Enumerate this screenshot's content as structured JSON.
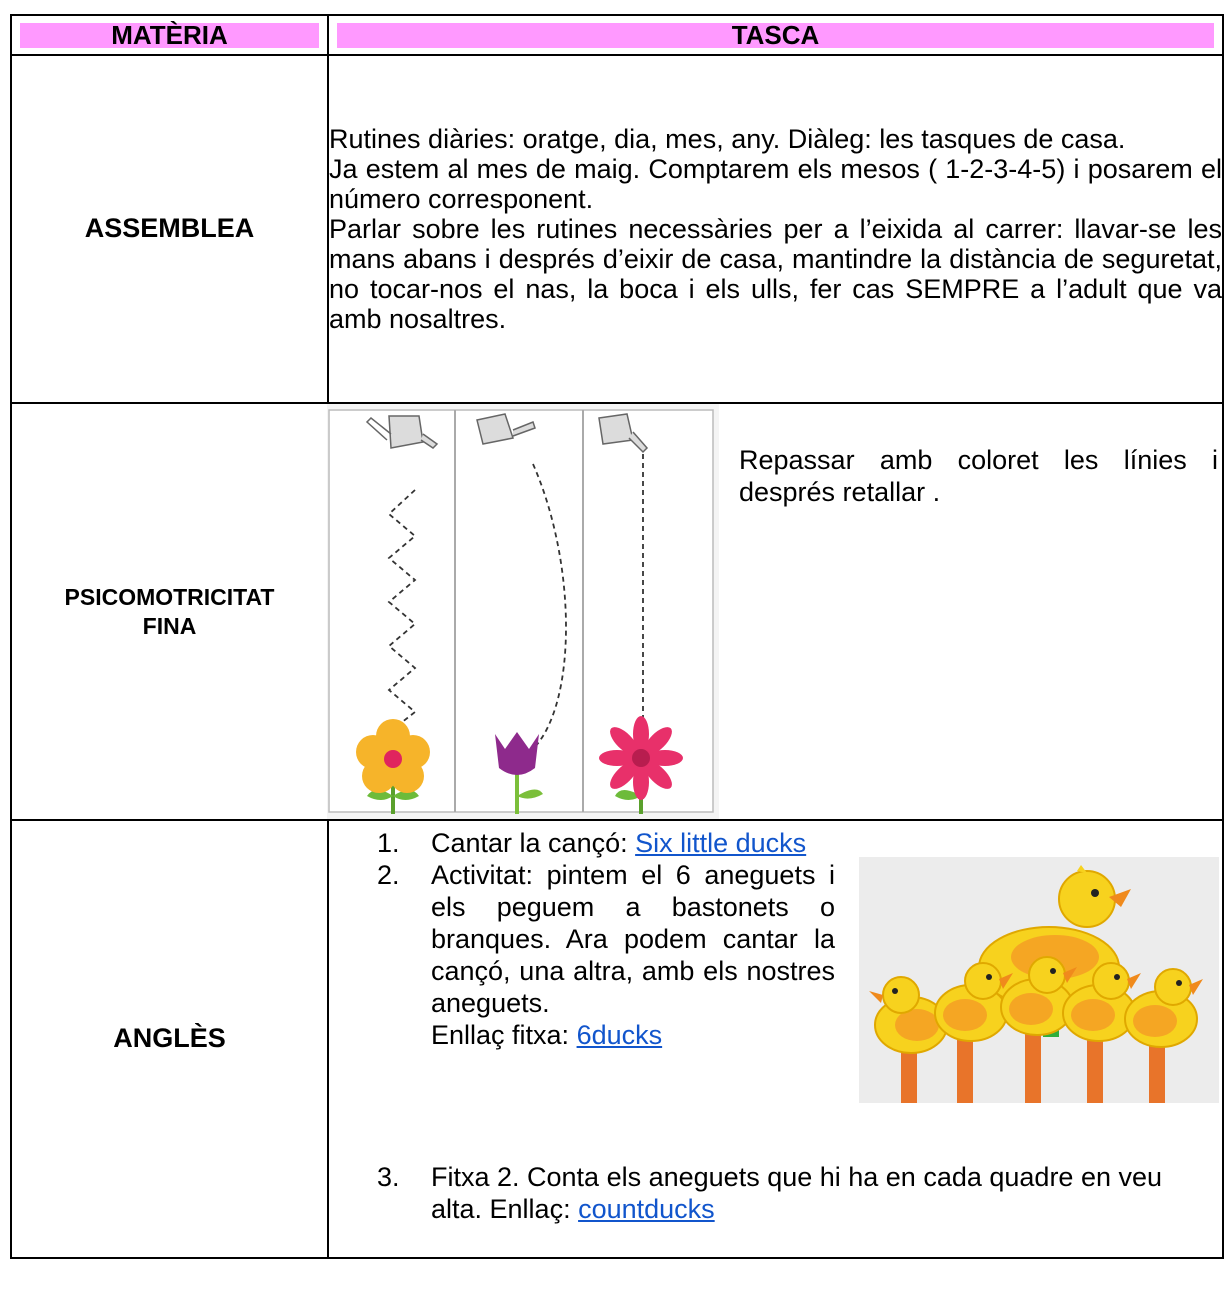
{
  "header": {
    "col1": "MATÈRIA",
    "col2": "TASCA"
  },
  "assemblea": {
    "subject": "ASSEMBLEA",
    "p1": "Rutines diàries: oratge, dia, mes, any. Diàleg: les tasques de casa.",
    "p2": "Ja estem al mes de maig. Comptarem els mesos ( 1-2-3-4-5) i posarem el número corresponent.",
    "p3": "Parlar sobre les rutines necessàries per a l’eixida al carrer: llavar-se les mans abans i després d’eixir de casa, mantindre la distància de seguretat, no tocar-nos el nas, la boca i els ulls, fer cas SEMPRE a l’adult que va amb nosaltres."
  },
  "psicomotricitat": {
    "subject_line1": "PSICOMOTRICITAT",
    "subject_line2": "FINA",
    "text": "Repassar amb coloret les línies i després retallar ."
  },
  "angles": {
    "subject": "ANGLÈS",
    "step1_num": "1.",
    "step1_text": "Cantar la cançó: ",
    "step1_link": "Six little ducks",
    "step2_num": "2.",
    "step2_text": "Activitat: pintem el 6 aneguets i els peguem a bastonets o branques. Ara podem cantar la cançó, una altra, amb els nostres aneguets.",
    "step2_extra": "Enllaç fitxa: ",
    "step2_link": "6ducks",
    "step3_num": "3.",
    "step3_text": "Fitxa 2. Conta els aneguets que hi ha en cada quadre en veu alta. Enllaç: ",
    "step3_link": "countducks"
  },
  "colors": {
    "header_bg": "#ff99ff",
    "link": "#1155cc"
  }
}
